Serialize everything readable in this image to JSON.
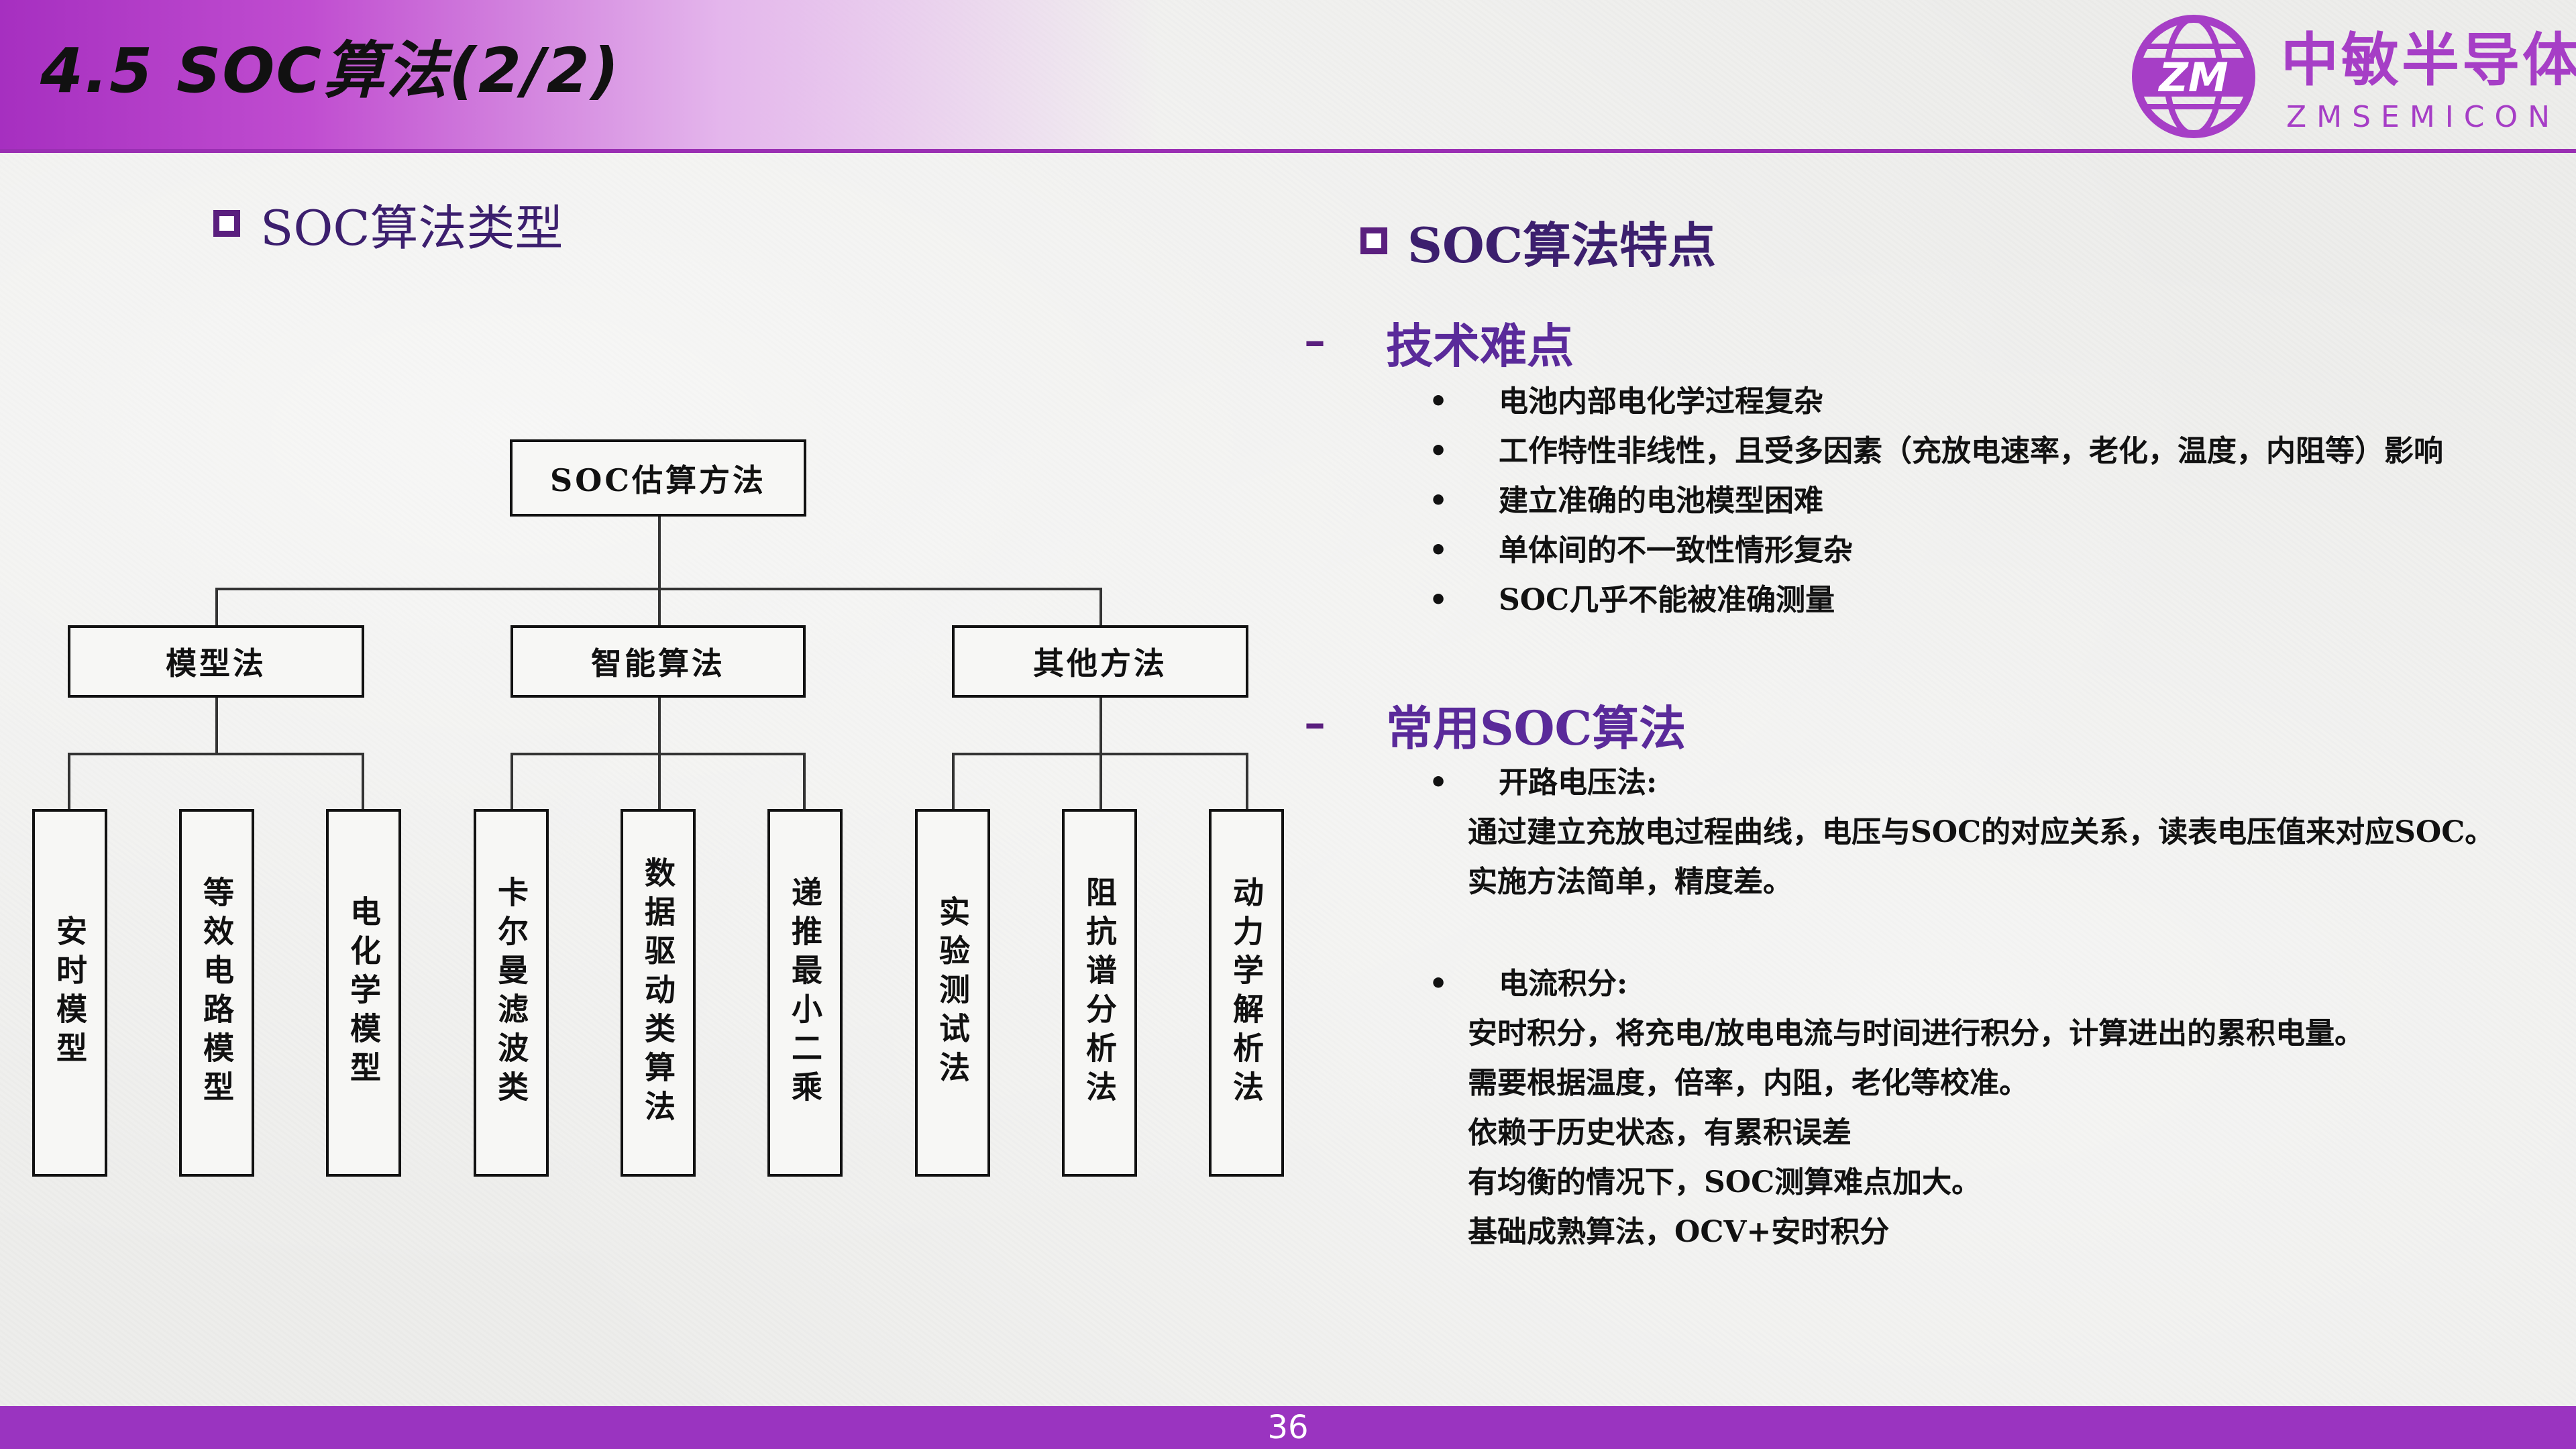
{
  "header": {
    "title": "4.5  SOC算法(2/2)",
    "logo": {
      "mark": "ZM",
      "name": "中敏半导体",
      "sub": "ZMSEMICON"
    }
  },
  "left": {
    "heading": "SOC算法类型",
    "diagram": {
      "root": "SOC估算方法",
      "groups": [
        {
          "label": "模型法",
          "children": [
            "安时模型",
            "等效电路模型",
            "电化学模型"
          ]
        },
        {
          "label": "智能算法",
          "children": [
            "卡尔曼滤波类",
            "数据驱动类算法",
            "递推最小二乘"
          ]
        },
        {
          "label": "其他方法",
          "children": [
            "实验测试法",
            "阻抗谱分析法",
            "动力学解析法"
          ]
        }
      ]
    }
  },
  "right": {
    "heading": "SOC算法特点",
    "dash": "–",
    "bullet": "•",
    "difficulties": {
      "title": "技术难点",
      "items": [
        "电池内部电化学过程复杂",
        "工作特性非线性，且受多因素（充放电速率，老化，温度，内阻等）影响",
        "建立准确的电池模型困难",
        "单体间的不一致性情形复杂",
        "SOC几乎不能被准确测量"
      ]
    },
    "common": {
      "title": "常用SOC算法",
      "methods": [
        {
          "name": "开路电压法:",
          "lines": [
            "通过建立充放电过程曲线，电压与SOC的对应关系，读表电压值来对应SOC。",
            "实施方法简单，精度差。"
          ]
        },
        {
          "name": "电流积分:",
          "lines": [
            "安时积分，将充电/放电电流与时间进行积分，计算进出的累积电量。",
            "需要根据温度，倍率，内阻，老化等校准。",
            "依赖于历史状态，有累积误差",
            "有均衡的情况下，SOC测算难点加大。",
            "基础成熟算法，OCV+安时积分"
          ]
        }
      ]
    }
  },
  "footer": {
    "page": "36"
  },
  "colors": {
    "accent": "#9a34c0",
    "heading": "#5a2a9a",
    "logo": "#a63ec6"
  }
}
